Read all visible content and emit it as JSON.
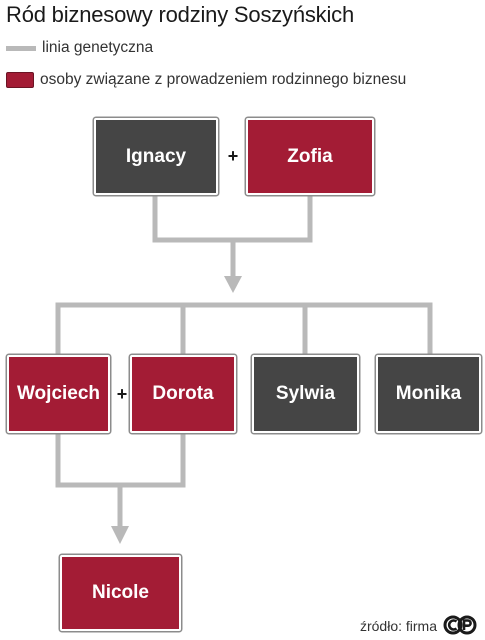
{
  "title": "Ród biznesowy rodziny Soszyńskich",
  "legend": {
    "genetic_line": "linia genetyczna",
    "business": "osoby związane z prowadzeniem rodzinnego biznesu"
  },
  "colors": {
    "business": "#a31c35",
    "other": "#454545",
    "line": "#b9b9b9"
  },
  "people": {
    "ignacy": "Ignacy",
    "zofia": "Zofia",
    "wojciech": "Wojciech",
    "dorota": "Dorota",
    "sylwia": "Sylwia",
    "monika": "Monika",
    "nicole": "Nicole"
  },
  "plus": "+",
  "source": "źródło: firma",
  "logo": "cp-logo-icon"
}
